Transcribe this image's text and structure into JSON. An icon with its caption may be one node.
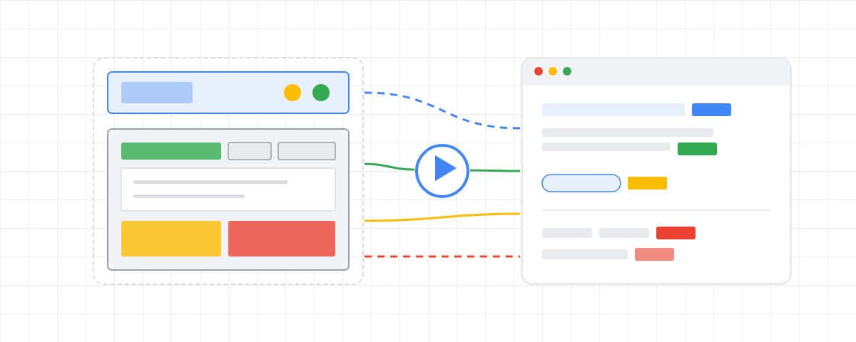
{
  "diagram": {
    "nodes": [
      {
        "text": [],
        "shape": "box"
      },
      {
        "text": [],
        "shape": "circle"
      },
      {
        "text": [],
        "shape": "box"
      }
    ],
    "edges": [
      {
        "from": 0,
        "to": 2,
        "arrow": "none",
        "style": "dashed",
        "color": "#4285f4"
      },
      {
        "from": 0,
        "to": 1,
        "arrow": "none",
        "color": "#34a853"
      },
      {
        "from": 1,
        "to": 2,
        "arrow": "none",
        "color": "#34a853"
      },
      {
        "from": 0,
        "to": 2,
        "arrow": "none",
        "color": "#fbbc04"
      },
      {
        "from": 0,
        "to": 2,
        "arrow": "none",
        "style": "dashed",
        "color": "#ea4335"
      }
    ]
  }
}
